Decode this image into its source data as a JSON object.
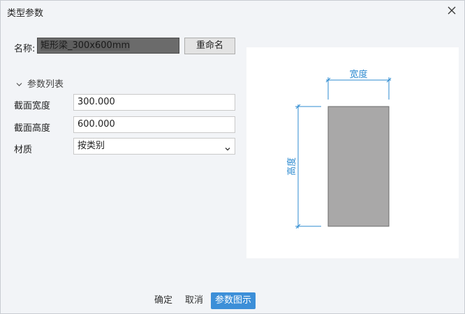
{
  "window": {
    "title": "类型参数"
  },
  "name": {
    "label": "名称:",
    "value": "矩形梁_300x600mm",
    "rename_label": "重命名"
  },
  "params": {
    "section_label": "参数列表",
    "width_label": "截面宽度",
    "width_value": "300.000",
    "height_label": "截面高度",
    "height_value": "600.000",
    "material_label": "材质",
    "material_value": "按类别"
  },
  "diagram": {
    "width_label": "宽度",
    "height_label": "高度",
    "dimension_color": "#2e8bd0",
    "section_fill": "#a9a8a8"
  },
  "footer": {
    "ok_label": "确定",
    "cancel_label": "取消",
    "diagram_label": "参数图示"
  }
}
